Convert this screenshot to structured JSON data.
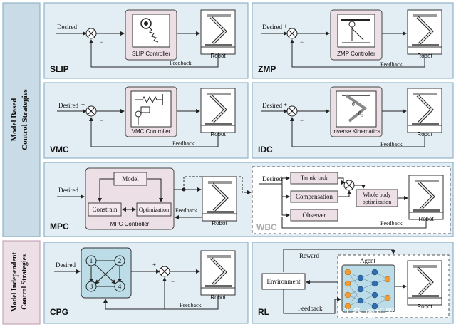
{
  "sidebar": {
    "model_based_line1": "Model Based",
    "model_based_line2": "Control Strategies",
    "model_independent_line1": "Model Independent",
    "model_independent_line2": "Control Strategies"
  },
  "common": {
    "desired": "Desired",
    "feedback": "Feedback",
    "robot": "Robot",
    "plus": "+",
    "minus": "−"
  },
  "slip": {
    "title": "SLIP",
    "controller": "SLIP Controller"
  },
  "zmp": {
    "title": "ZMP",
    "controller": "ZMP Controller"
  },
  "vmc": {
    "title": "VMC",
    "controller": "VMC Controller"
  },
  "idc": {
    "title": "IDC",
    "controller": "Inverse Kinematics",
    "theta1": "θ",
    "theta2": "θ₂"
  },
  "mpc": {
    "title": "MPC",
    "controller": "MPC Controller",
    "model": "Model",
    "constrain": "Constrain",
    "optimization": "Optimization"
  },
  "wbc": {
    "title": "WBC",
    "trunk_task": "Trunk task",
    "compensation": "Compensation",
    "observer": "Observer",
    "whole_body_line1": "Whole body",
    "whole_body_line2": "optimization"
  },
  "cpg": {
    "title": "CPG",
    "nodes": [
      "1",
      "2",
      "3",
      "4"
    ]
  },
  "rl": {
    "title": "RL",
    "reward": "Reward",
    "agent": "Agent",
    "environment": "Environment"
  },
  "watermark": "头条 @机器人大讲堂"
}
